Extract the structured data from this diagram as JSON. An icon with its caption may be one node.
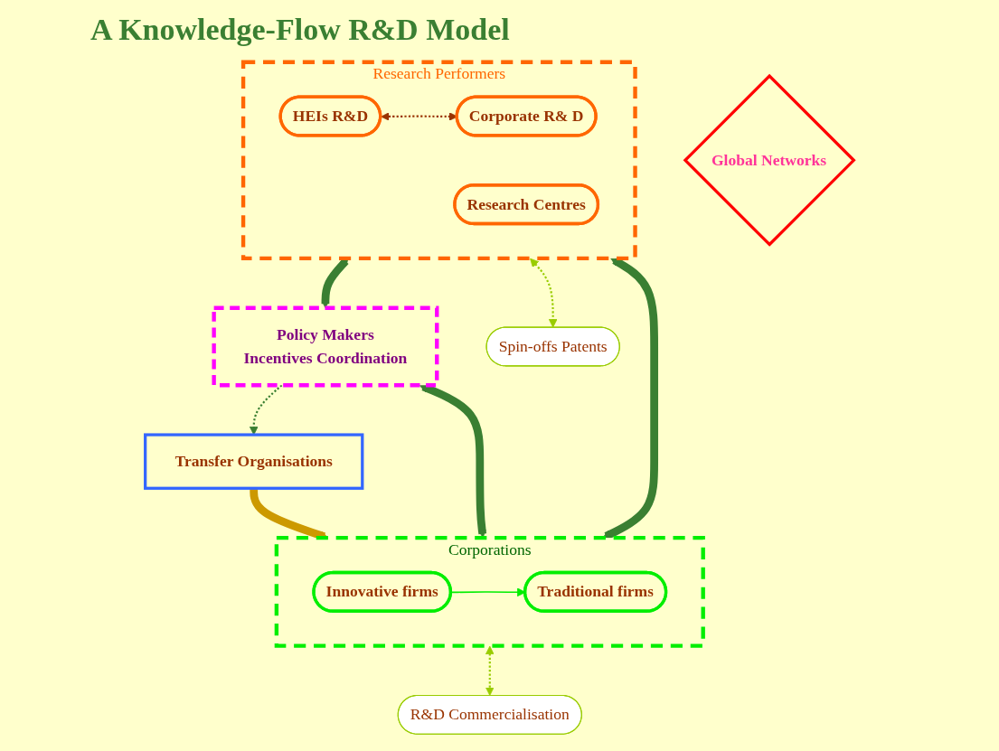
{
  "diagram": {
    "title": "A Knowledge-Flow R&D Model",
    "nodes": [
      {
        "text": [
          "Global Networks"
        ]
      },
      {
        "text": [
          "Corporations"
        ]
      },
      {
        "text": [
          "Innovative firms"
        ],
        "in": 1
      },
      {
        "text": [
          "Traditional firms"
        ],
        "in": 1
      },
      {
        "text": [
          "Research Performers"
        ]
      },
      {
        "text": [
          "HEIs R&D"
        ],
        "in": 4
      },
      {
        "text": [
          "Research Centres"
        ],
        "in": 4
      },
      {
        "text": [
          "Corporate R& D"
        ],
        "in": 4
      },
      {
        "text": [
          "Transfer Organisations"
        ]
      },
      {
        "text": [
          "Policy Makers",
          "Incentives Coordination"
        ]
      },
      {
        "text": [
          "R&D Commercialisation"
        ]
      },
      {
        "text": [
          "Spin-offs Patents"
        ]
      }
    ],
    "edges": [
      {
        "from": 1,
        "to": 4,
        "arrow": "both",
        "style": "thick"
      },
      {
        "from": 2,
        "to": 3,
        "arrow": "to",
        "color": "#00ee00"
      },
      {
        "from": 5,
        "to": 7,
        "arrow": "both",
        "style": "dashed",
        "color": "#993300"
      },
      {
        "from": 8,
        "to": 1,
        "arrow": "to",
        "style": "thick",
        "color": "#cc9900"
      },
      {
        "from": 9,
        "to": 8,
        "arrow": "to",
        "style": "dashed"
      },
      {
        "from": 1,
        "to": 9,
        "arrow": "both",
        "style": "thick"
      },
      {
        "from": 4,
        "to": 9,
        "arrow": "both",
        "style": "thick"
      },
      {
        "from": 1,
        "to": 10,
        "arrow": "both",
        "style": "dashed",
        "color": "#99cc00"
      },
      {
        "from": 4,
        "to": 11,
        "arrow": "both",
        "style": "dashed",
        "color": "#99cc00"
      }
    ]
  }
}
